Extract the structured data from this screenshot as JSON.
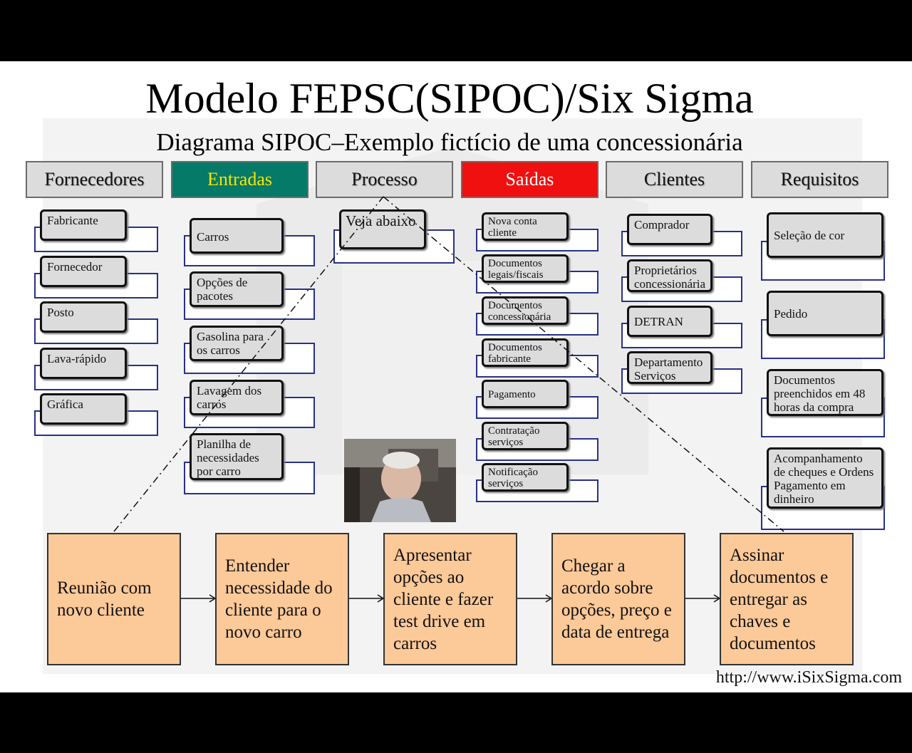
{
  "slide": {
    "title": "Modelo FEPSC(SIPOC)/Six Sigma",
    "subtitle": "Diagrama SIPOC–Exemplo fictício de uma concessionária",
    "url": "http://www.iSixSigma.com"
  },
  "headers": [
    {
      "label": "Fornecedores",
      "color": "#dcdcdc"
    },
    {
      "label": "Entradas",
      "color": "#067a68"
    },
    {
      "label": "Processo",
      "color": "#dcdcdc"
    },
    {
      "label": "Saídas",
      "color": "#f01010"
    },
    {
      "label": "Clientes",
      "color": "#dcdcdc"
    },
    {
      "label": "Requisitos",
      "color": "#dcdcdc"
    }
  ],
  "fornecedores": [
    "Fabricante",
    "Fornecedor",
    "Posto",
    "Lava-rápido",
    "Gráfica"
  ],
  "entradas": [
    "Carros",
    "Opções de pacotes",
    "Gasolina para os carros",
    "Lavagem dos carros",
    "Planilha de necessidades por carro"
  ],
  "processo": [
    "Veja abaixo"
  ],
  "saidas": [
    "Nova conta cliente",
    "Documentos legais/fiscais",
    "Documentos concessionária",
    "Documentos fabricante",
    "Pagamento",
    "Contratação serviços",
    "Notificação serviços"
  ],
  "clientes": [
    "Comprador",
    "Proprietários concessionária",
    "DETRAN",
    "Departamento Serviços"
  ],
  "requisitos": [
    "Seleção de cor",
    "Pedido",
    "Documentos preenchidos em 48 horas da compra",
    "Acompanhamento de cheques e Ordens Pagamento em dinheiro"
  ],
  "process_steps": [
    "Reunião com novo cliente",
    "Entender necessidade do cliente para o novo carro",
    "Apresentar opções ao cliente e fazer test drive em carros",
    "Chegar a acordo sobre opções, preço e data de entrega",
    "Assinar documentos e entregar as chaves e documentos"
  ],
  "colors": {
    "process_step_fill": "#fcc998",
    "item_fill": "#dcdcdc",
    "item_back_border": "#28308a"
  }
}
